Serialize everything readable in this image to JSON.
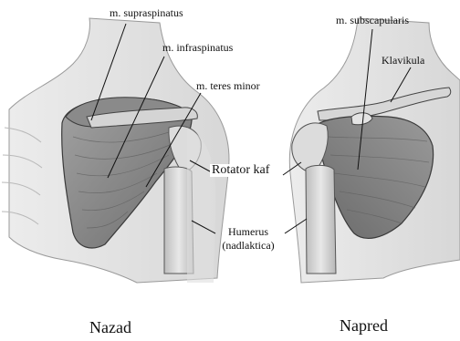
{
  "labels": {
    "supraspinatus": "m. supraspinatus",
    "infraspinatus": "m. infraspinatus",
    "teres_minor": "m. teres minor",
    "subscapularis": "m. subscapularis",
    "klavikula": "Klavikula",
    "rotator_kaf": "Rotator kaf",
    "humerus_line1": "Humerus",
    "humerus_line2": "(nadlaktica)"
  },
  "captions": {
    "back_view": "Nazad",
    "front_view": "Napred"
  },
  "colors": {
    "muscle": "#8f8f8f",
    "muscle_dark": "#6f6f6f",
    "skin": "#e6e6e6",
    "bone": "#d8d8d8",
    "tendon": "#cfcfcf",
    "line": "#111111"
  }
}
